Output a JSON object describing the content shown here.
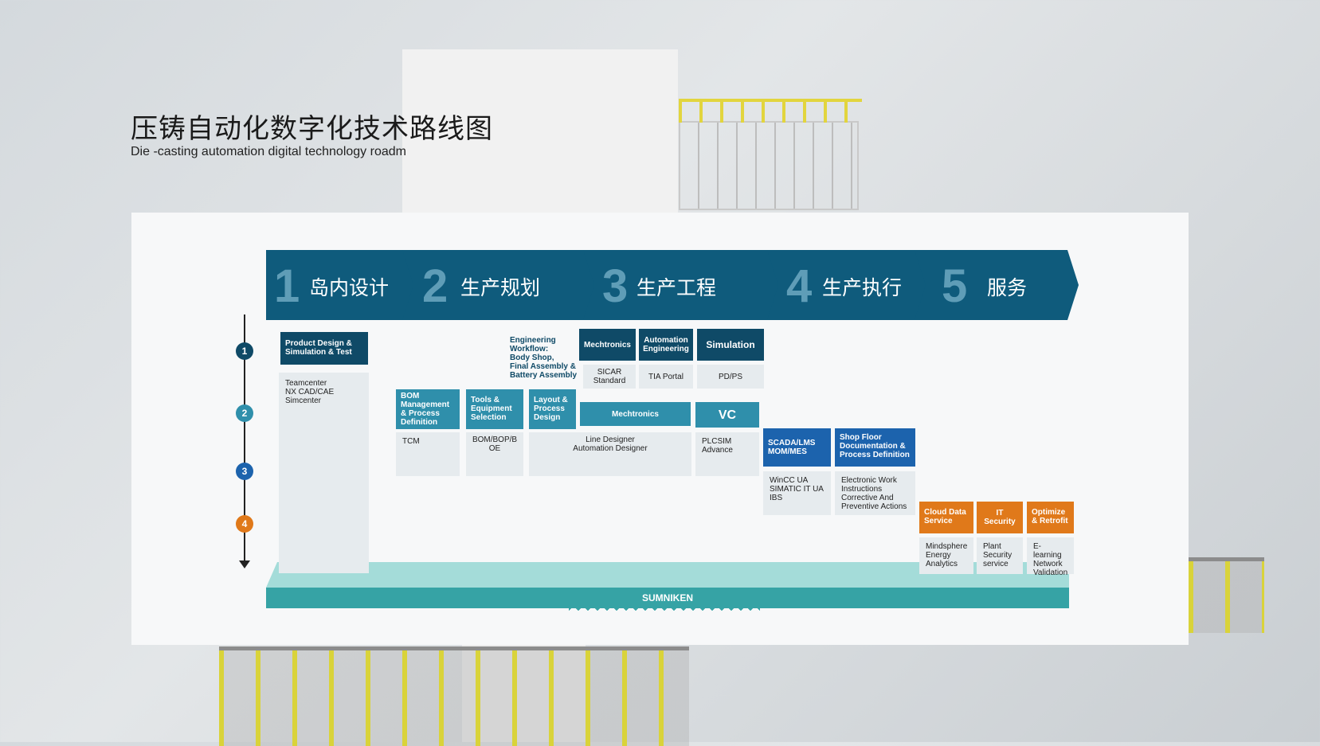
{
  "title": {
    "cn": "压铸自动化数字化技术路线图",
    "en": "Die -casting automation digital technology roadm"
  },
  "phases": [
    {
      "num": "1",
      "label": "岛内设计"
    },
    {
      "num": "2",
      "label": "生产规划"
    },
    {
      "num": "3",
      "label": "生产工程"
    },
    {
      "num": "4",
      "label": "生产执行"
    },
    {
      "num": "5",
      "label": "服务"
    }
  ],
  "timeline": {
    "steps": [
      "1",
      "2",
      "3",
      "4"
    ],
    "colors": [
      "#0f4a67",
      "#2f8fab",
      "#1c63ad",
      "#e0791a"
    ]
  },
  "design": {
    "header": "Product Design &\nSimulation & Test",
    "tools": "Teamcenter\nNX CAD/CAE\nSimcenter"
  },
  "planning": {
    "workflow": "Engineering\nWorkflow:\nBody Shop,\nFinal Assembly &\nBattery Assembly",
    "bom": "BOM\nManagement\n& Process\nDefinition",
    "tools_eq": "Tools &\nEquipment\nSelection",
    "layout": "Layout &\nProcess\nDesign",
    "tcm": "TCM",
    "bop": "BOM/BOP/B\nOE",
    "line_designer": "Line Designer\nAutomation Designer"
  },
  "engineering": {
    "mechtronics_top": "Mechtronics",
    "automation": "Automation\nEngineering",
    "simulation": "Simulation",
    "sicar": "SICAR\nStandard",
    "tia": "TIA Portal",
    "pdps": "PD/PS",
    "mechtronics_mid": "Mechtronics",
    "vc": "VC",
    "plcsim": "PLCSIM\nAdvance"
  },
  "execution": {
    "scada": "SCADA/LMS\nMOM/MES",
    "shopfloor": "Shop Floor\nDocumentation &\nProcess Definition",
    "wincc": "WinCC UA\nSIMATIC IT UA\nIBS",
    "electronic": "Electronic Work\nInstructions\nCorrective And\nPreventive Actions"
  },
  "service": {
    "cloud": "Cloud Data\nService",
    "it": "IT Security",
    "optimize": "Optimize\n& Retrofit",
    "mindsphere": "Mindsphere\nEnergy\nAnalytics",
    "plant": "Plant\nSecurity\nservice",
    "elearning": "E-learning\nNetwork\nValidation"
  },
  "base": {
    "label": "SUMNIKEN"
  }
}
